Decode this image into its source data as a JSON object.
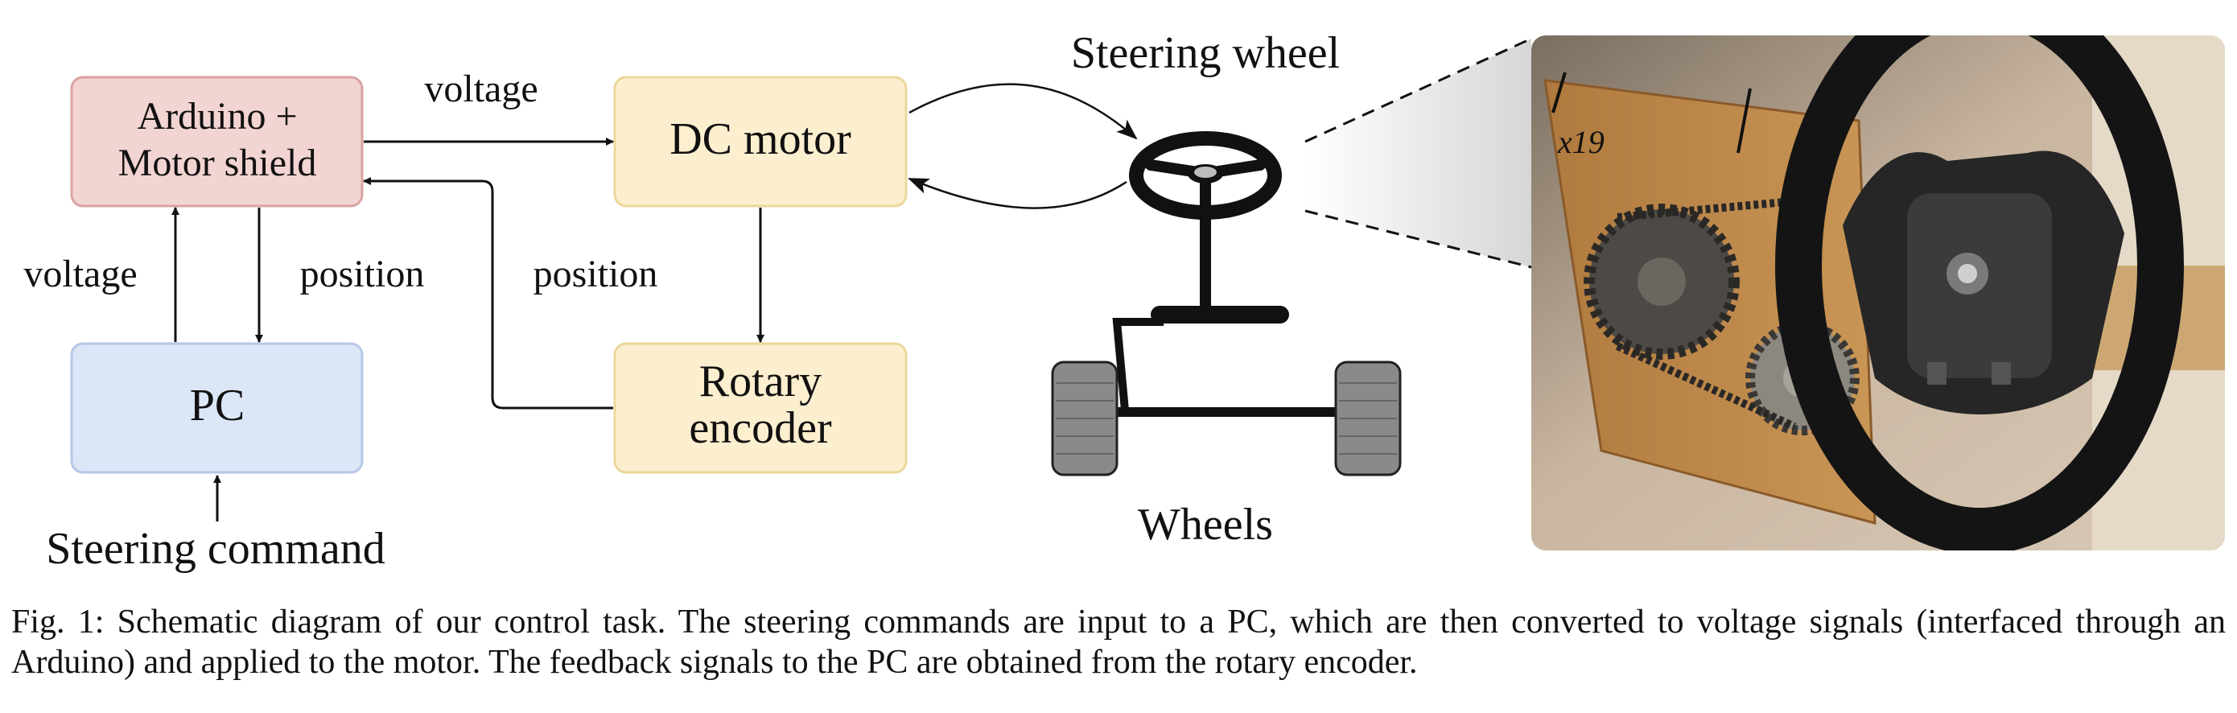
{
  "diagram": {
    "blocks": {
      "arduino": {
        "line1": "Arduino +",
        "line2": "Motor shield",
        "fill": "#f2d4d2",
        "stroke": "#d9a3a1"
      },
      "pc": {
        "label": "PC",
        "fill": "#dbe6f7",
        "stroke": "#b6c8e6"
      },
      "dc_motor": {
        "label": "DC motor",
        "fill": "#fcefcf",
        "stroke": "#ecd79a"
      },
      "encoder": {
        "line1": "Rotary",
        "line2": "encoder",
        "fill": "#fcefcf",
        "stroke": "#ecd79a"
      }
    },
    "labels": {
      "voltage_top": "voltage",
      "voltage_left": "voltage",
      "position_mid": "position",
      "position_right": "position",
      "steering_command": "Steering command",
      "steering_wheel": "Steering wheel",
      "wheels": "Wheels"
    }
  },
  "caption": {
    "prefix": "Fig. 1:",
    "text": "Schematic diagram of our control task. The steering commands are input to a PC, which are then converted to voltage signals (interfaced through an Arduino) and applied to the motor. The feedback signals to the PC are obtained from the rotary encoder."
  }
}
